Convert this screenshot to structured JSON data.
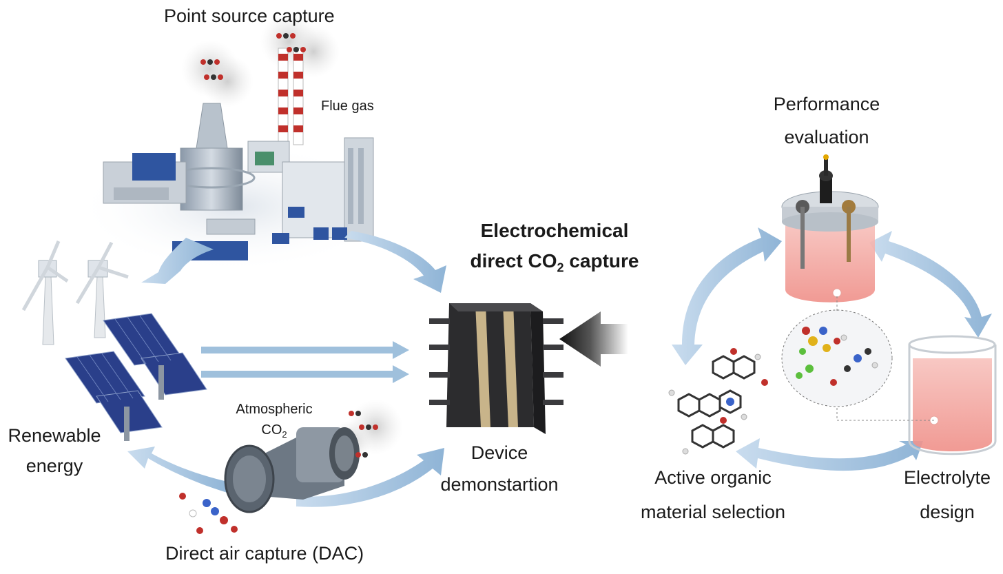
{
  "labels": {
    "point_source_capture": "Point source capture",
    "flue_gas": "Flue gas",
    "renewable_line1": "Renewable",
    "renewable_line2": "energy",
    "atmospheric_line1": "Atmospheric",
    "atmospheric_co": "CO",
    "atmospheric_sub": "2",
    "dac": "Direct air capture (DAC)",
    "title_line1": "Electrochemical",
    "title_line2_pre": "direct CO",
    "title_line2_sub": "2",
    "title_line2_post": " capture",
    "device_line1": "Device",
    "device_line2": "demonstartion",
    "performance_line1": "Performance",
    "performance_line2": "evaluation",
    "active_line1": "Active organic",
    "active_line2": "material selection",
    "electrolyte_line1": "Electrolyte",
    "electrolyte_line2": "design"
  },
  "colors": {
    "arrow_blue": "#9fc0dc",
    "arrow_light": "#bcd4ea",
    "solar_blue": "#2a3f8a",
    "building_blue": "#2f55a0",
    "chimney_red": "#c0302b",
    "electrolyte_pink": "#f3a7a2",
    "device_dark": "#2c2c2e",
    "device_tan": "#c8b48a"
  },
  "icons": [
    "power-plant-icon",
    "wind-turbine-icon",
    "solar-panel-icon",
    "dac-fan-icon",
    "device-stack-icon",
    "electrochemical-cell-icon",
    "beaker-icon",
    "molecule-icon"
  ]
}
